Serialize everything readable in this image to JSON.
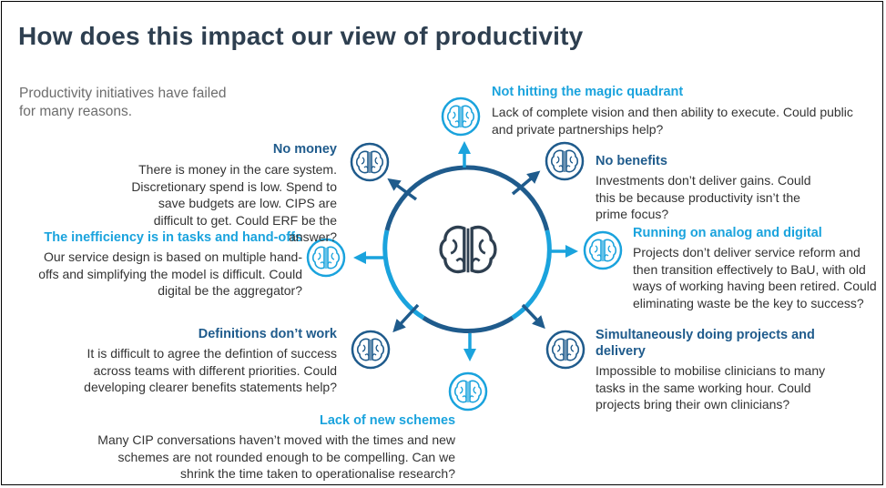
{
  "title": "How does this impact our view of productivity",
  "intro": "Productivity initiatives have failed for many reasons.",
  "colors": {
    "dark_blue": "#1f5b8c",
    "light_blue": "#1aa3dd",
    "title": "#2e3f50"
  },
  "center_icon": "brain-icon",
  "items": [
    {
      "heading": "Not hitting the magic quadrant",
      "body": "Lack of complete vision and then ability to execute.  Could public and private partnerships help?"
    },
    {
      "heading": "No benefits",
      "body": "Investments don’t deliver gains.  Could this be because productivity isn’t the prime focus?"
    },
    {
      "heading": "Running on analog and digital",
      "body": "Projects don’t deliver service reform and then transition effectively to BaU, with old ways of working having been retired. Could eliminating waste be the key to success?"
    },
    {
      "heading": "Simultaneously doing projects and delivery",
      "body": "Impossible to mobilise clinicians to many tasks in the same working hour. Could projects bring their own clinicians?"
    },
    {
      "heading": "Lack of new schemes",
      "body": "Many CIP conversations haven’t moved with the times and new schemes are not rounded enough to be compelling. Can we shrink the time taken to operationalise research?"
    },
    {
      "heading": "Definitions don’t work",
      "body": "It is difficult to agree the defintion of success across teams with different priorities.  Could developing clearer benefits statements help?"
    },
    {
      "heading": "The inefficiency is in tasks and hand-offs",
      "body": "Our service design is based on multiple hand-offs and simplifying the model is difficult.  Could digital be the aggregator?"
    },
    {
      "heading": "No money",
      "body": "There is money in the care system. Discretionary spend is low.  Spend to save budgets are low.  CIPS are difficult to get.  Could ERF be the answer?"
    }
  ]
}
